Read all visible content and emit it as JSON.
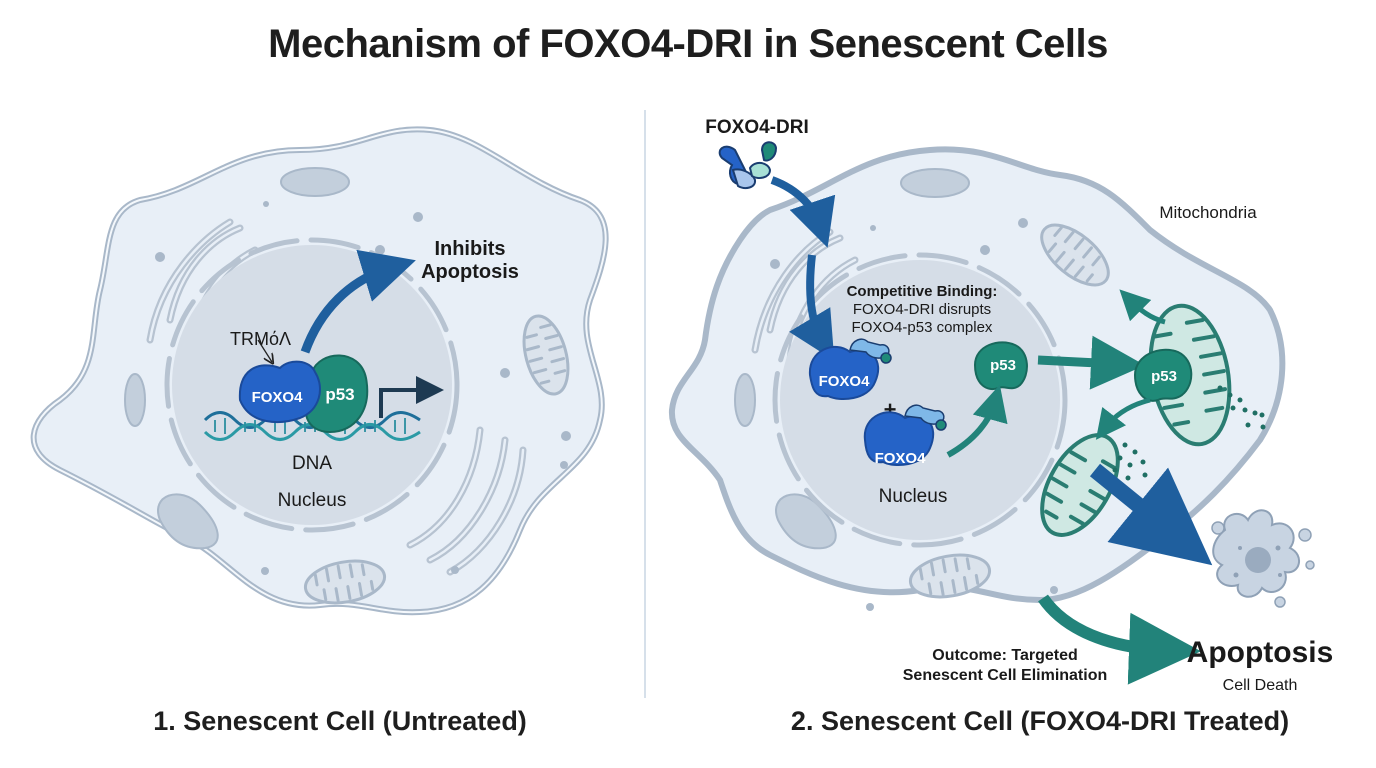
{
  "title": "Mechanism of FOXO4-DRI in Senescent Cells",
  "colors": {
    "cell_fill": "#e8eff7",
    "cell_stroke": "#a9b8c9",
    "nucleus_fill": "#d5dde7",
    "foxo4_blue": "#2563c7",
    "p53_teal": "#1f8a78",
    "arrow_blue": "#1f5f9e",
    "arrow_teal": "#22837a",
    "organelle_gray": "#b7c3d1"
  },
  "panel_left": {
    "caption": "1. Senescent Cell (Untreated)",
    "labels": {
      "trm": "TRMόΛ",
      "foxo4": "FOXO4",
      "p53": "p53",
      "inhibits_line1": "Inhibits",
      "inhibits_line2": "Apoptosis",
      "dna": "DNA",
      "nucleus": "Nucleus"
    }
  },
  "panel_right": {
    "caption": "2. Senescent Cell (FOXO4-DRI Treated)",
    "labels": {
      "drug": "FOXO4-DRI",
      "competitive_title": "Competitive Binding:",
      "competitive_line1": "FOXO4-DRI disrupts",
      "competitive_line2": "FOXO4-p53 complex",
      "foxo4_a": "FOXO4",
      "foxo4_b": "FOXO4",
      "plus": "+",
      "p53_nucleus": "p53",
      "p53_mito": "p53",
      "nucleus": "Nucleus",
      "mitochondria": "Mitochondria",
      "outcome_line1": "Outcome: Targeted",
      "outcome_line2": "Senescent Cell Elimination",
      "apoptosis": "Apoptosis",
      "cell_death": "Cell Death"
    }
  }
}
